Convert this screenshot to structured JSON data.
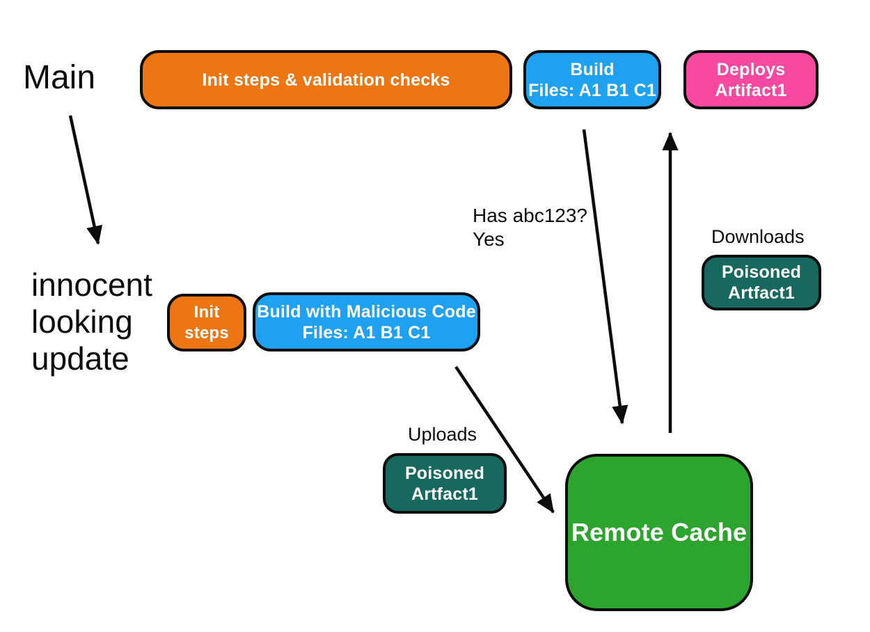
{
  "colors": {
    "orange": "#ED7512",
    "blue": "#1EA1F1",
    "pink": "#F9489F",
    "teal": "#17695F",
    "green": "#2DA42D",
    "ink": "#0C0C0C"
  },
  "labels": {
    "main": "Main",
    "branch": [
      "innocent",
      "looking",
      "update"
    ],
    "cache_check": [
      "Has abc123?",
      "Yes"
    ],
    "downloads": "Downloads",
    "uploads": "Uploads"
  },
  "nodes": {
    "init_validation": {
      "lines": [
        "Init steps & validation checks"
      ]
    },
    "build": {
      "lines": [
        "Build",
        "Files: A1 B1 C1"
      ]
    },
    "deploys": {
      "lines": [
        "Deploys",
        "Artifact1"
      ]
    },
    "init_steps": {
      "lines": [
        "Init steps"
      ]
    },
    "build_malicious": {
      "lines": [
        "Build with Malicious Code",
        "Files: A1 B1 C1"
      ]
    },
    "poisoned_download": {
      "lines": [
        "Poisoned",
        "Artfact1"
      ]
    },
    "poisoned_upload": {
      "lines": [
        "Poisoned",
        "Artfact1"
      ]
    },
    "remote_cache": {
      "lines": [
        "Remote Cache"
      ]
    }
  }
}
